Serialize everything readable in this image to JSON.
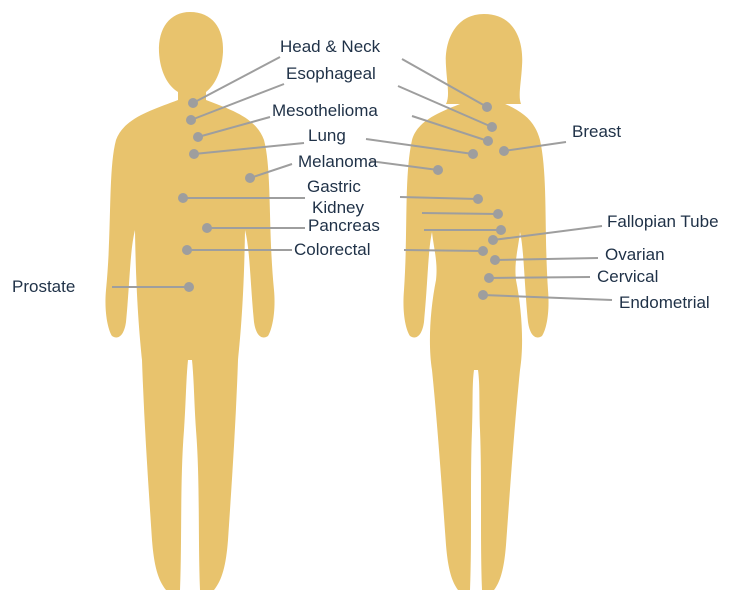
{
  "colors": {
    "body": "#e8c36d",
    "leader": "#9e9e9e",
    "text": "#1f3147"
  },
  "figures": [
    "male",
    "female"
  ],
  "labels": {
    "head_neck": "Head & Neck",
    "esophageal": "Esophageal",
    "mesothelioma": "Mesothelioma",
    "lung": "Lung",
    "melanoma": "Melanoma",
    "gastric": "Gastric",
    "kidney": "Kidney",
    "pancreas": "Pancreas",
    "colorectal": "Colorectal",
    "prostate": "Prostate",
    "breast": "Breast",
    "fallopian_tube": "Fallopian Tube",
    "ovarian": "Ovarian",
    "cervical": "Cervical",
    "endometrial": "Endometrial"
  }
}
